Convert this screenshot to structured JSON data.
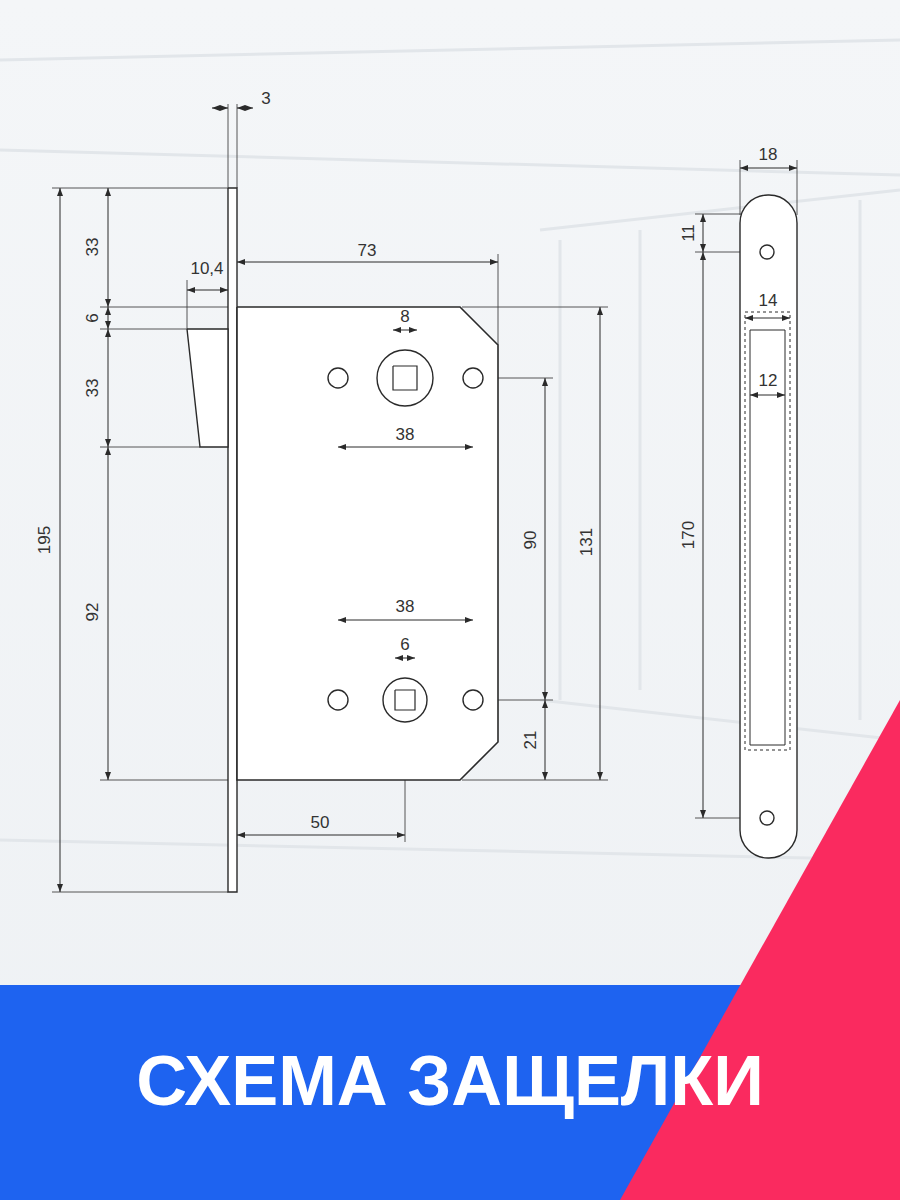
{
  "diagram": {
    "title": "СХЕМА ЗАЩЕЛКИ",
    "labels": [
      "3",
      "33",
      "10,4",
      "73",
      "6",
      "8",
      "33",
      "38",
      "195",
      "90",
      "131",
      "92",
      "38",
      "6",
      "21",
      "50",
      "18",
      "11",
      "14",
      "12",
      "170"
    ]
  }
}
